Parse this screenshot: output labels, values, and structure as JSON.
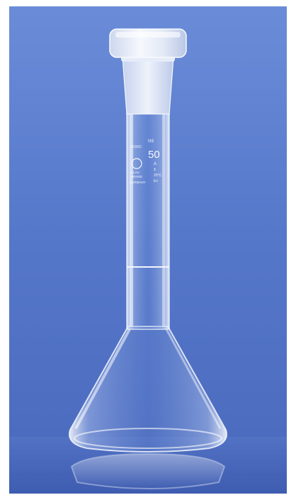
{
  "photo": {
    "subject": "volumetric-flask",
    "background_color": "#5577c9",
    "surface_color": "#4f6fc0",
    "glass_color": "#dfe8f7",
    "stopper_color": "#e9eef8"
  },
  "flask": {
    "capacity_label": "50",
    "marking_lines": [
      "A",
      "±",
      "20°C",
      "Ex"
    ],
    "maker_lines": [
      "BLAU",
      "BRAND"
    ],
    "country_label": "GERMANY",
    "glass_label": "BORO",
    "class_label": "NS"
  }
}
